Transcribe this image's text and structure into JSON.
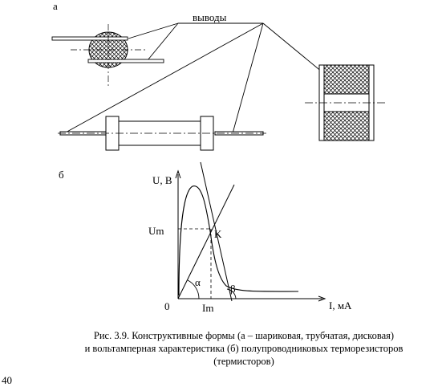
{
  "figure": {
    "part_a_label": "а",
    "part_b_label": "б",
    "leads_label": "выводы"
  },
  "graph": {
    "y_axis_label": "U, В",
    "x_axis_label": "I, мА",
    "origin_label": "0",
    "um_label": "Um",
    "im_label": "Im",
    "point_label": "K",
    "alpha_label": "α",
    "beta_label": "β"
  },
  "caption": {
    "line1": "Рис. 3.9. Конструктивные формы (а – шариковая, трубчатая, дисковая)",
    "line2": "и вольтамперная характеристика (б) полупроводниковых терморезисторов",
    "line3": "(термисторов)"
  },
  "page_number": "40"
}
